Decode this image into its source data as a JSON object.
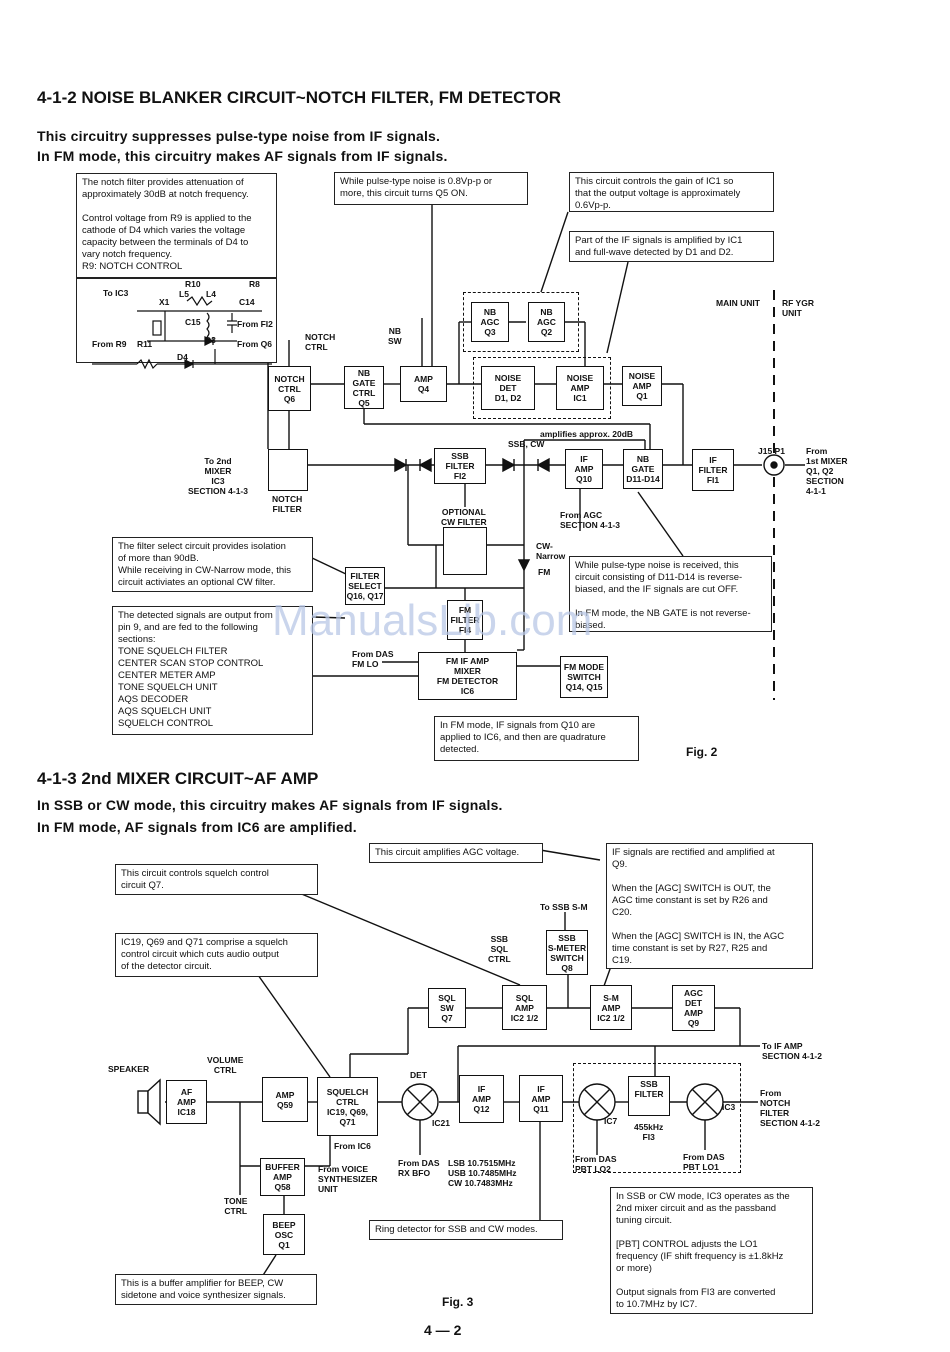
{
  "section1": {
    "title": "4-1-2  NOISE BLANKER CIRCUIT~NOTCH  FILTER, FM DETECTOR",
    "intro1": "This circuitry suppresses pulse-type noise from IF signals.",
    "intro2": "In FM mode, this circuitry makes AF signals from IF signals."
  },
  "notes1": {
    "notch": "The notch filter provides attenuation of\napproximately 30dB at notch frequency.\n\nControl voltage from R9 is applied to the\ncathode of D4 which varies the voltage\ncapacity between the terminals of D4 to\nvary notch frequency.\n    R9: NOTCH CONTROL",
    "pulse": "While pulse-type noise is 0.8Vp-p or\nmore, this circuit turns Q5 ON.",
    "gain": "This circuit controls the gain of IC1 so\nthat the output voltage is approximately\n0.6Vp-p.",
    "partif": "Part of the IF signals is amplified by IC1\nand full-wave detected by D1 and D2.",
    "filtersel": "The filter select circuit provides isolation\nof more than 90dB.\nWhile receiving in CW-Narrow mode, this\ncircuit activiates an optional CW filter.",
    "detected": "The detected signals are output from\npin 9, and are fed to the following\nsections:\n      TONE SQUELCH FILTER\n      CENTER SCAN STOP CONTROL\n      CENTER METER AMP\n      TONE SQUELCH UNIT\n      AQS DECODER\n      AQS SQUELCH UNIT\n      SQUELCH CONTROL",
    "reverse": "While pulse-type noise is received, this\ncircuit consisting of D11-D14 is reverse-\nbiased, and the IF signals are cut OFF.\n\nIn FM mode, the NB GATE is not reverse-\nbiased.",
    "fmmode": "In FM mode, IF signals from Q10 are\napplied to IC6, and then are quadrature\ndetected."
  },
  "schem1": {
    "to_ic3": "To IC3",
    "r10": "R10",
    "r8": "R8",
    "x1": "X1",
    "l5": "L5",
    "l4": "L4",
    "c14": "C14",
    "c15": "C15",
    "from_fi2": "From FI2",
    "d3": "D3",
    "from_q6": "From Q6",
    "from_r9": "From R9",
    "r11": "R11",
    "d4": "D4"
  },
  "blocks1": {
    "notch_ctrl_q6": "NOTCH\nCTRL\nQ6",
    "notch_ctrl_label": "NOTCH\nCTRL",
    "nb_gate_ctrl": "NB\nGATE\nCTRL\nQ5",
    "amp_q4": "AMP\nQ4",
    "nb_sw": "NB\nSW",
    "nb_agc_q3": "NB\nAGC\nQ3",
    "nb_agc_q2": "NB\nAGC\nQ2",
    "noise_det": "NOISE\nDET\nD1, D2",
    "noise_amp_ic1": "NOISE\nAMP\nIC1",
    "noise_amp_q1": "NOISE\nAMP\nQ1",
    "main_unit": "MAIN UNIT",
    "rf_ygr_unit": "RF YGR\nUNIT",
    "to_2nd_mixer": "To 2nd\nMIXER\nIC3\nSECTION 4-1-3",
    "notch_filter": "NOTCH\nFILTER",
    "ssb_filter_fi2": "SSB\nFILTER\nFI2",
    "ssb_cw": "SSB, CW",
    "amplifies": "amplifies approx. 20dB",
    "if_amp_q10": "IF\nAMP\nQ10",
    "nb_gate": "NB\nGATE\nD11-D14",
    "if_filter_fi1": "IF\nFILTER\nFI1",
    "j15_p1": "J15 P1",
    "from_1st_mixer": "From\n1st MIXER\nQ1, Q2\nSECTION\n4-1-1",
    "from_agc": "From AGC\nSECTION 4-1-3",
    "optional_cw": "OPTIONAL\nCW FILTER",
    "cw_narrow": "CW-\nNarrow",
    "fm": "FM",
    "filter_select": "FILTER\nSELECT\nQ16, Q17",
    "fm_filter": "FM\nFILTER\nFI4",
    "from_das": "From DAS\nFM LO",
    "fm_if_amp": "FM IF AMP\nMIXER\nFM DETECTOR\nIC6",
    "fm_mode_switch": "FM MODE\nSWITCH\nQ14, Q15",
    "fig": "Fig. 2"
  },
  "section2": {
    "title": "4-1-3  2nd MIXER CIRCUIT~AF AMP",
    "intro1": "In SSB or CW mode, this circuitry makes AF signals from IF signals.",
    "intro2": "In FM mode, AF signals from IC6 are amplified."
  },
  "notes2": {
    "squelch": "This circuit controls squelch control\ncircuit Q7.",
    "ic19": "IC19, Q69 and Q71 comprise a squelch\ncontrol circuit which cuts audio output\nof the detector circuit.",
    "agcv": "This circuit amplifies AGC voltage.",
    "rectified": "IF signals are rectified and amplified at\nQ9.\n\nWhen the [AGC] SWITCH is OUT, the\nAGC time constant is set by R26 and\nC20.\n\nWhen the [AGC] SWITCH is IN, the AGC\ntime constant is set by R27, R25 and\nC19.",
    "ring": "Ring detector for SSB and CW modes.",
    "buffer": "This is a buffer amplifier for BEEP, CW\nsidetone and voice synthesizer signals.",
    "ssbcw": "In SSB or CW mode, IC3 operates as the\n2nd mixer circuit and as the passband\ntuning circuit.\n\n[PBT] CONTROL adjusts the LO1\nfrequency (IF shift frequency is ±1.8kHz\nor more)\n\nOutput signals from FI3 are converted\nto 10.7MHz by IC7."
  },
  "blocks2": {
    "to_ssb_sm": "To SSB S-M",
    "ssb_sql_ctrl": "SSB\nSQL\nCTRL",
    "ssb_smeter": "SSB\nS-METER\nSWITCH\nQ8",
    "sql_sw": "SQL\nSW\nQ7",
    "sql_amp": "SQL\nAMP\nIC2 1/2",
    "sm_amp": "S-M\nAMP\nIC2 1/2",
    "agc_det": "AGC\nDET\nAMP\nQ9",
    "to_if_amp": "To IF AMP\nSECTION 4-1-2",
    "speaker": "SPEAKER",
    "volume_ctrl": "VOLUME\nCTRL",
    "af_amp": "AF\nAMP\nIC18",
    "amp_q59": "AMP\nQ59",
    "squelch_ctrl": "SQUELCH\nCTRL\nIC19, Q69,\nQ71",
    "det": "DET",
    "ic21": "IC21",
    "from_ic6": "From IC6",
    "if_amp_q12": "IF\nAMP\nQ12",
    "if_amp_q11": "IF\nAMP\nQ11",
    "ic7": "IC7",
    "ssb_filter_fi3": "SSB\nFILTER",
    "fi3_label": "455kHz\nFI3",
    "ic3": "IC3",
    "from_notch": "From\nNOTCH\nFILTER\nSECTION 4-1-2",
    "buffer_amp": "BUFFER\nAMP\nQ58",
    "from_voice": "From VOICE\nSYNTHESIZER\nUNIT",
    "from_das_rx": "From DAS\nRX BFO",
    "lsb_usb": "LSB 10.7515MHz\nUSB 10.7485MHz\nCW  10.7483MHz",
    "from_das_lo2": "From DAS\nPBT LO2",
    "from_das_lo1": "From DAS\nPBT LO1",
    "tone_ctrl": "TONE\nCTRL",
    "beep_osc": "BEEP\nOSC\nQ1",
    "fig": "Fig. 3",
    "page": "4 — 2"
  },
  "watermark": "ManualsLib.com"
}
